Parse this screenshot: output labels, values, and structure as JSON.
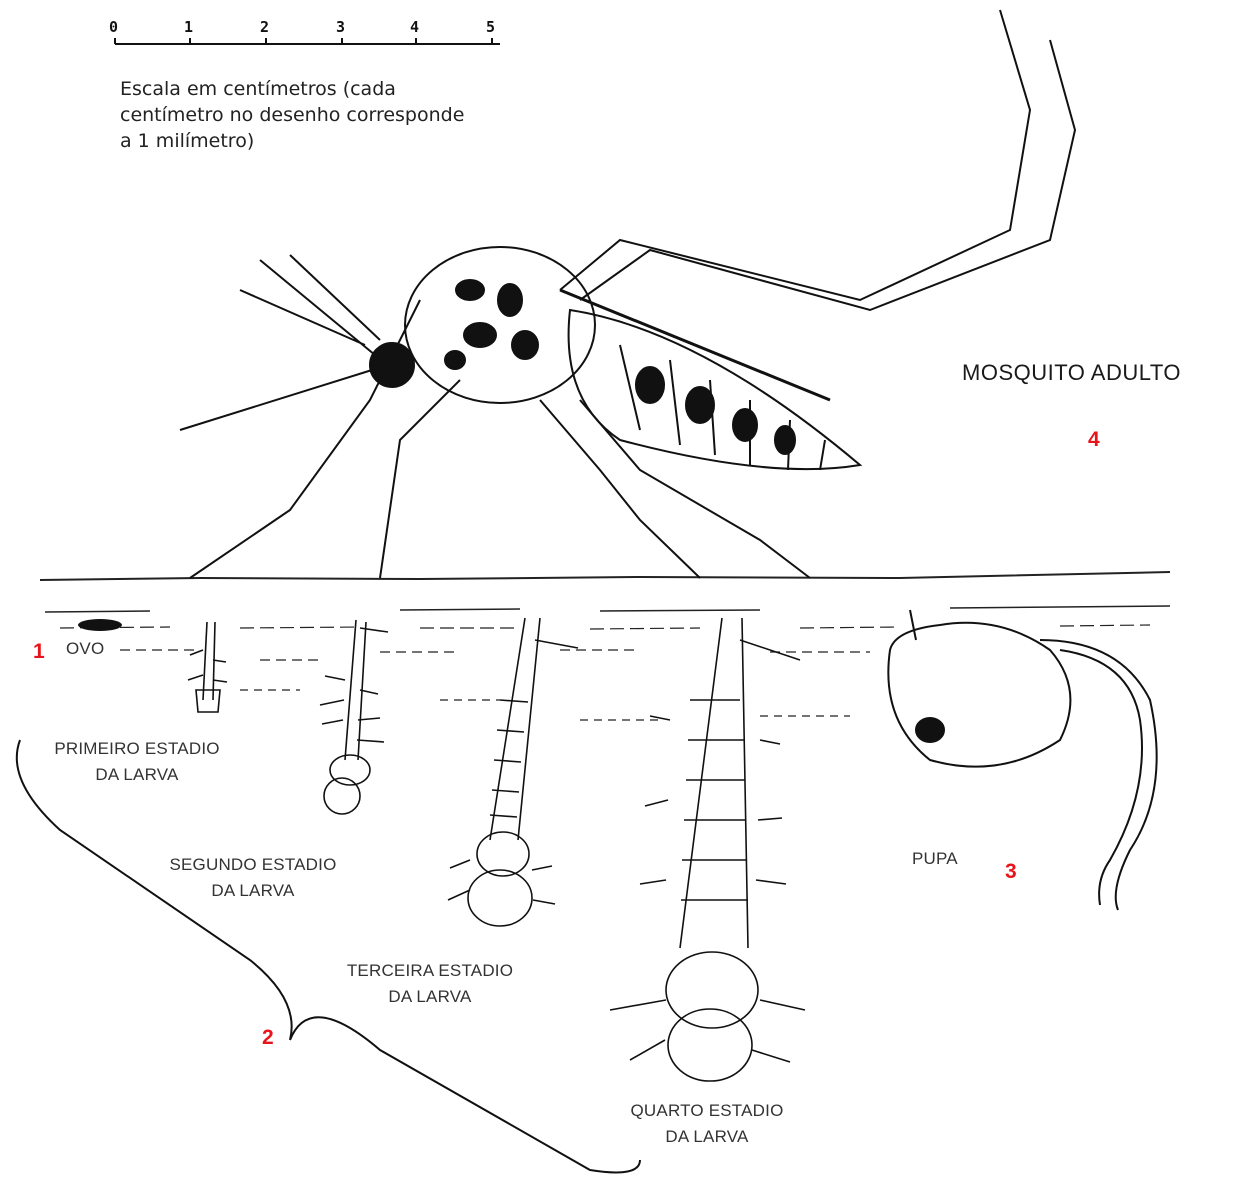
{
  "scale": {
    "ticks": [
      "0",
      "1",
      "2",
      "3",
      "4",
      "5"
    ],
    "caption": "Escala em centímetros (cada centímetro no desenho corresponde a 1 milímetro)"
  },
  "labels": {
    "egg": "OVO",
    "larva1": [
      "PRIMEIRO ESTADIO",
      "DA LARVA"
    ],
    "larva2": [
      "SEGUNDO ESTADIO",
      "DA LARVA"
    ],
    "larva3": [
      "TERCEIRA ESTADIO",
      "DA LARVA"
    ],
    "larva4": [
      "QUARTO ESTADIO",
      "DA LARVA"
    ],
    "pupa": "PUPA",
    "adult": "MOSQUITO ADULTO"
  },
  "markers": {
    "egg": "1",
    "larva": "2",
    "pupa": "3",
    "adult": "4"
  },
  "colors": {
    "marker": "#e8141b",
    "ink": "#111111"
  }
}
